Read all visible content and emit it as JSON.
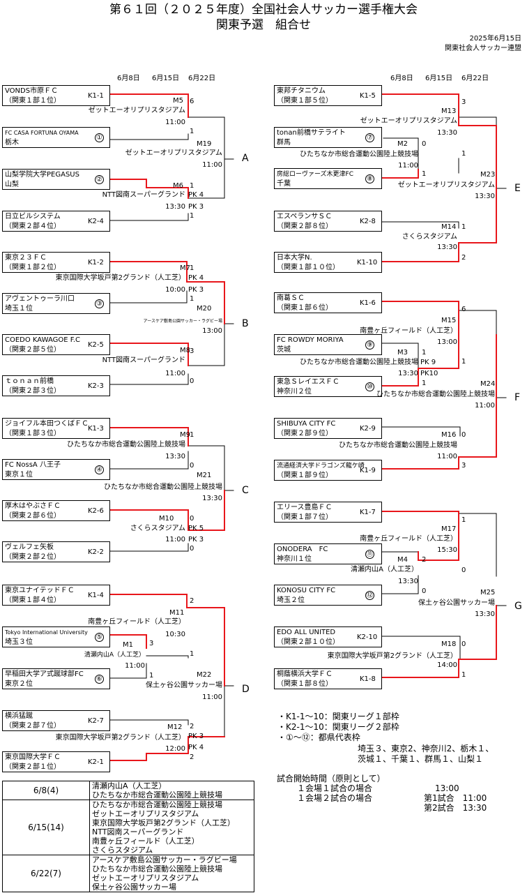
{
  "header": {
    "title1": "第６１回（２０２５年度）全国社会人サッカー選手権大会",
    "title2": "関東予選　組合せ",
    "date": "2025年6月15日",
    "org": "関東社会人サッカー連盟"
  },
  "dates": [
    "6月8日",
    "6月15日",
    "6月22日"
  ],
  "teams": [
    {
      "n1": "VONDS市原ＦＣ",
      "n2": "（関東１部１位）",
      "code": "K1-1"
    },
    {
      "n1": "FC CASA FORTUNA OYAMA",
      "n2": "栃木",
      "code": "①"
    },
    {
      "n1": "山梨学院大学PEGASUS",
      "n2": "山梨",
      "code": "②"
    },
    {
      "n1": "日立ビルシステム",
      "n2": "（関東２部４位）",
      "code": "K2-4"
    },
    {
      "n1": "東京２３ＦＣ",
      "n2": "（関東１部２位）",
      "code": "K1-2"
    },
    {
      "n1": "アヴェントゥーラ川口",
      "n2": "埼玉１位",
      "code": "③"
    },
    {
      "n1": "COEDO KAWAGOE F.C",
      "n2": "（関東２部５位）",
      "code": "K2-5"
    },
    {
      "n1": "ｔｏｎａｎ前橋",
      "n2": "（関東２部３位）",
      "code": "K2-3"
    },
    {
      "n1": "ジョイフル本田つくばＦＣ",
      "n2": "（関東１部３位）",
      "code": "K1-3"
    },
    {
      "n1": "FC NossA 八王子",
      "n2": "東京１位",
      "code": "④"
    },
    {
      "n1": "厚木はやぶさＦＣ",
      "n2": "（関東２部６位）",
      "code": "K2-6"
    },
    {
      "n1": "ヴェルフェ矢板",
      "n2": "（関東２部２位）",
      "code": "K2-2"
    },
    {
      "n1": "東京ユナイテッドＦＣ",
      "n2": "（関東１部４位）",
      "code": "K1-4"
    },
    {
      "n1": "Tokyo International University",
      "n2": "埼玉３位",
      "code": "⑤"
    },
    {
      "n1": "早稲田大学ア式蹴球部FC",
      "n2": "東京２位",
      "code": "⑥"
    },
    {
      "n1": "横浜猛蹴",
      "n2": "（関東２部７位）",
      "code": "K2-7"
    },
    {
      "n1": "東京国際大学ＦＣ",
      "n2": "（関東２部１位）",
      "code": "K2-1"
    },
    {
      "n1": "東邦チタニウム",
      "n2": "（関東１部５位）",
      "code": "K1-5"
    },
    {
      "n1": "tonan前橋サテライト",
      "n2": "群馬",
      "code": "⑦"
    },
    {
      "n1": "房総ローヴァーズ木更津FC",
      "n2": "千葉",
      "code": "⑧"
    },
    {
      "n1": "エスペランサＳＣ",
      "n2": "（関東２部８位）",
      "code": "K2-8"
    },
    {
      "n1": "日本大学N.",
      "n2": "（関東１部１０位）",
      "code": "K1-10"
    },
    {
      "n1": "南葛ＳＣ",
      "n2": "（関東１部６位）",
      "code": "K1-6"
    },
    {
      "n1": "FC ROWDY MORIYA",
      "n2": "茨城",
      "code": "⑨"
    },
    {
      "n1": "東急ＳレイエスＦＣ",
      "n2": "神奈川２位",
      "code": "⑩"
    },
    {
      "n1": "SHIBUYA CITY FC",
      "n2": "（関東２部９位）",
      "code": "K2-9"
    },
    {
      "n1": "流通経済大学ドラゴンズ龍ケ崎",
      "n2": "（関東１部９位）",
      "code": "K1-9"
    },
    {
      "n1": "エリース豊島ＦＣ",
      "n2": "（関東１部７位）",
      "code": "K1-7"
    },
    {
      "n1": "ONODERA　FC",
      "n2": "神奈川１位",
      "code": "⑪"
    },
    {
      "n1": "KONOSU CITY FC",
      "n2": "埼玉２位",
      "code": "⑫"
    },
    {
      "n1": "EDO ALL UNITED",
      "n2": "（関東２部１０位）",
      "code": "K2-10"
    },
    {
      "n1": "桐蔭横浜大学ＦＣ",
      "n2": "（関東１部８位）",
      "code": "K1-8"
    }
  ],
  "matches": {
    "M1": {
      "label": "M1",
      "venue": "清瀬内山A（人工芝）",
      "time": "11:00",
      "s1": "3",
      "s2": "1"
    },
    "M2": {
      "label": "M2",
      "venue": "ひたちなか市総合運動公園陸上競技場",
      "time": "11:00",
      "s1": "0",
      "s2": "1"
    },
    "M3": {
      "label": "M3",
      "venue": "ひたちなか市総合運動公園陸上競技場",
      "time": "13:30",
      "s1": "1",
      "s1pk": "PK 9",
      "s2": "1",
      "s2pk": "PK10"
    },
    "M4": {
      "label": "M4",
      "venue": "清瀬内山A（人工芝）",
      "time": "13:30",
      "s1": "2",
      "s2": "0"
    },
    "M5": {
      "label": "M5",
      "venue": "ゼットエーオリプリスタジアム",
      "time": "11:00",
      "s1": "6",
      "s2": "1"
    },
    "M6": {
      "label": "M6",
      "venue": "NTT図南スーパーグランド",
      "time": "13:30",
      "s1": "1",
      "s1pk": "PK 4",
      "s2": "1",
      "s2pk": "PK 3"
    },
    "M7": {
      "label": "M7",
      "venue": "東京国際大学坂戸第2グランド（人工芝）",
      "time": "10:00",
      "s1": "1",
      "s1pk": "PK 4",
      "s2": "1",
      "s2pk": "PK 3"
    },
    "M8": {
      "label": "M8",
      "venue": "NTT図南スーパーグランド",
      "time": "11:00",
      "s1": "3",
      "s2": "0"
    },
    "M9": {
      "label": "M9",
      "venue": "ひたちなか市総合運動公園陸上競技場",
      "time": "13:30",
      "s1": "1",
      "s2": "0"
    },
    "M10": {
      "label": "M10",
      "venue": "さくらスタジアム",
      "time": "11:00",
      "s1": "0",
      "s1pk": "PK 5",
      "s2": "0",
      "s2pk": "PK 3"
    },
    "M11": {
      "label": "M11",
      "venue": "南豊ヶ丘フィールド（人工芝）",
      "time": "10:30",
      "s1": "2",
      "s2": "1"
    },
    "M12": {
      "label": "M12",
      "venue": "東京国際大学坂戸第2グランド（人工芝）",
      "time": "12:00",
      "s1": "2",
      "s1pk": "PK 3",
      "s2": "2",
      "s2pk": "PK 4"
    },
    "M13": {
      "label": "M13",
      "venue": "ゼットエーオリプリスタジアム",
      "time": "13:30",
      "s1": "3",
      "s2": "1"
    },
    "M14": {
      "label": "M14",
      "venue": "さくらスタジアム",
      "time": "13:30",
      "s1": "1",
      "s2": "2"
    },
    "M15": {
      "label": "M15",
      "venue": "南豊ヶ丘フィールド（人工芝）",
      "time": "13:00",
      "s1": "6",
      "s2": "1"
    },
    "M16": {
      "label": "M16",
      "venue": "ひたちなか市総合運動公園陸上競技場",
      "time": "11:00",
      "s1": "0",
      "s2": "3"
    },
    "M17": {
      "label": "M17",
      "venue": "南豊ヶ丘フィールド（人工芝）",
      "time": "15:30",
      "s1": "1",
      "s2": "0"
    },
    "M18": {
      "label": "M18",
      "venue": "東京国際大学坂戸第2グランド（人工芝）",
      "time": "14:00",
      "s1": "0",
      "s2": "1"
    },
    "M19": {
      "label": "M19",
      "venue": "ゼットエーオリプリスタジアム",
      "time": "11:00"
    },
    "M20": {
      "label": "M20",
      "venue": "アースケア敷島公園サッカー・ラグビー場",
      "time": "13:00"
    },
    "M21": {
      "label": "M21",
      "venue": "ひたちなか市総合運動公園陸上競技場",
      "time": "13:30"
    },
    "M22": {
      "label": "M22",
      "venue": "保土ヶ谷公園サッカー場",
      "time": "11:00"
    },
    "M23": {
      "label": "M23",
      "venue": "ゼットエーオリプリスタジアム",
      "time": "13:30"
    },
    "M24": {
      "label": "M24",
      "venue": "ひたちなか市総合運動公園陸上競技場",
      "time": "11:00"
    },
    "M25": {
      "label": "M25",
      "venue": "保土ヶ谷公園サッカー場",
      "time": "13:30"
    }
  },
  "groups": [
    "A",
    "B",
    "C",
    "D",
    "E",
    "F",
    "G"
  ],
  "legend": {
    "l1": "・K1-1～10：関東リーグ１部枠",
    "l2": "・K2-1～10：関東リーグ２部枠",
    "l3": "・①～⑫：都県代表枠",
    "l4": "埼玉３、東京2、神奈川2、栃木１、",
    "l5": "茨城１、千葉１、群馬１、山梨１"
  },
  "start_times": {
    "title": "試合開始時間（原則として）",
    "r1": "１会場１試合の場合",
    "r1v": "13:00",
    "r2": "１会場２試合の場合",
    "r2a": "第1試合　11:00",
    "r2b": "第2試合　13:30"
  },
  "schedule": [
    {
      "date": "6/8(4)",
      "venues": [
        "清瀬内山A（人工芝）",
        "ひたちなか市総合運動公園陸上競技場"
      ]
    },
    {
      "date": "6/15(14)",
      "venues": [
        "ひたちなか市総合運動公園陸上競技場",
        "ゼットエーオリプリスタジアム",
        "東京国際大学坂戸第2グランド（人工芝）",
        "NTT図南スーパーグランド",
        "南豊ヶ丘フィールド（人工芝）",
        "さくらスタジアム"
      ]
    },
    {
      "date": "6/22(7)",
      "venues": [
        "アースケア敷島公園サッカー・ラグビー場",
        "ひたちなか市総合運動公園陸上競技場",
        "ゼットエーオリプリスタジアム",
        "保土ヶ谷公園サッカー場"
      ]
    }
  ]
}
